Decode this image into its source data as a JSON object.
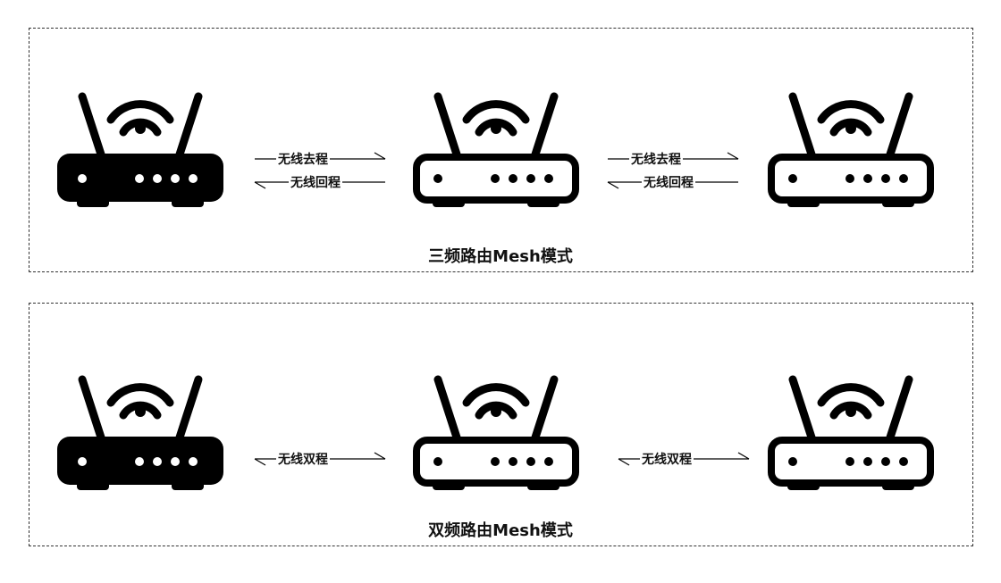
{
  "colors": {
    "router_filled": "#000000",
    "router_outline": "#000000",
    "border": "#333333",
    "text": "#111111"
  },
  "icons": {
    "filled_router": "router-filled-icon",
    "outline_router": "router-outline-icon"
  },
  "tri_band": {
    "title": "三频路由Mesh模式",
    "links": [
      {
        "forward_label": "无线去程",
        "return_label": "无线回程"
      },
      {
        "forward_label": "无线去程",
        "return_label": "无线回程"
      }
    ]
  },
  "dual_band": {
    "title": "双频路由Mesh模式",
    "links": [
      {
        "bidirectional_label": "无线双程"
      },
      {
        "bidirectional_label": "无线双程"
      }
    ]
  }
}
